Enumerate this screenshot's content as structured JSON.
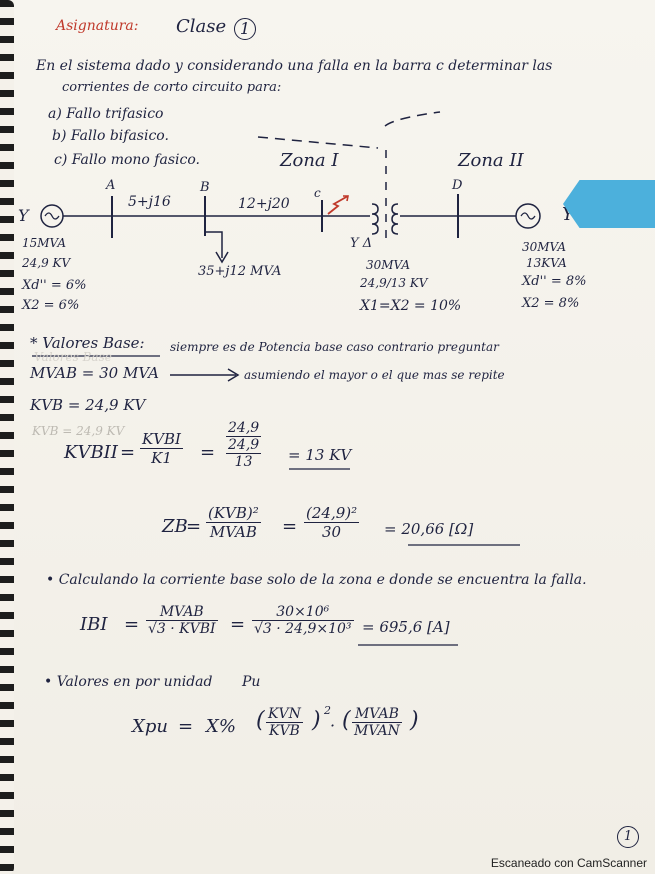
{
  "header": {
    "subject_label": "Asignatura:",
    "class_title": "Clase",
    "class_number": "1"
  },
  "statement": {
    "line1": "En el sistema dado y considerando una falla en la barra c determinar las",
    "line2": "corrientes de corto circuito para:",
    "items": [
      "a) Fallo trifasico",
      "b) Fallo bifasico.",
      "c) Fallo mono fasico."
    ]
  },
  "diagram": {
    "zone1": "Zona I",
    "zone2": "Zona II",
    "bus_a": "A",
    "bus_b": "B",
    "bus_c": "c",
    "bus_d": "D",
    "line_ab": "5+j16",
    "line_bc": "12+j20",
    "load": "35+j12 MVA",
    "gen1_symbol": "Y",
    "gen1": [
      "15MVA",
      "24,9 KV",
      "Xd'' = 6%",
      "X2 = 6%"
    ],
    "trafo_symbols": "Y Δ",
    "trafo": [
      "30MVA",
      "24,9/13 KV",
      "X1=X2 = 10%"
    ],
    "gen2_symbol": "Y",
    "gen2": [
      "30MVA",
      "13KVA",
      "Xd'' = 8%",
      "X2 = 8%"
    ]
  },
  "base": {
    "heading": "* Valores Base:",
    "note": "siempre es de Potencia base caso contrario preguntar",
    "mva_line": "MVAB = 30 MVA",
    "mva_note": "asumiendo el mayor o el que mas se repite",
    "kv_line": "KVB = 24,9 KV",
    "faint_line": "Valores Base",
    "faint_line2": "KVB = 24,9 KV"
  },
  "eq_kvb2": {
    "lhs": "KVBII",
    "f1_num": "KVBI",
    "f1_den": "K1",
    "f2_num": "24,9",
    "f2_mid": "24,9",
    "f2_den": "13",
    "result": "= 13 KV"
  },
  "eq_zb": {
    "lhs": "ZB",
    "f1_num": "(KVB)²",
    "f1_den": "MVAB",
    "f2_num": "(24,9)²",
    "f2_den": "30",
    "result": "= 20,66 [Ω]"
  },
  "current": {
    "note": "• Calculando la corriente base solo de la zona e donde se encuentra la falla.",
    "lhs": "IBI",
    "f1_num": "MVAB",
    "f1_den": "√3 · KVBI",
    "f2_num": "30×10⁶",
    "f2_den": "√3 · 24,9×10³",
    "result": "= 695,6 [A]"
  },
  "pu": {
    "note": "• Valores en por unidad",
    "note2": "Pu",
    "lhs": "Xpu",
    "term": "X%",
    "f1_num": "KVN",
    "f1_den": "KVB",
    "exp": "2",
    "f2_num": "MVAB",
    "f2_den": "MVAN"
  },
  "page_number": "1",
  "watermark": "Escaneado con CamScanner",
  "colors": {
    "ink": "#1f2340",
    "red_ink": "#c0392b",
    "tab": "#4cb0dc"
  }
}
